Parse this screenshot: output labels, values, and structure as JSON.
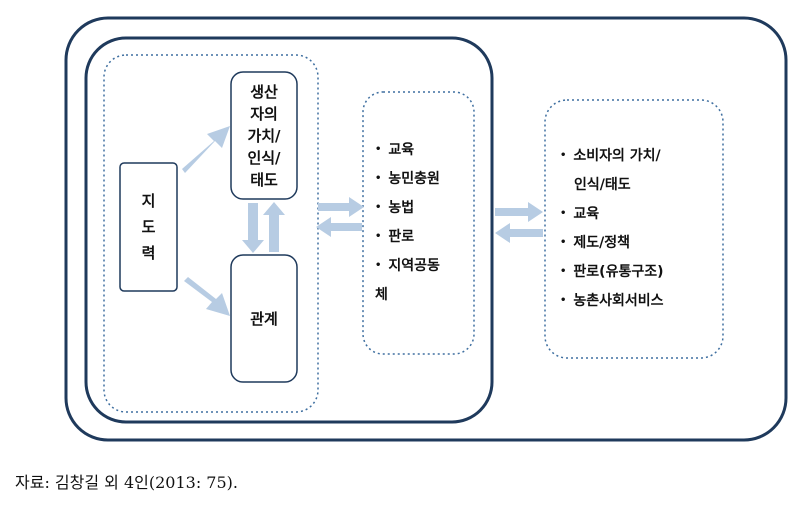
{
  "leader_box": {
    "lines": [
      "지",
      "도",
      "력"
    ]
  },
  "producer_box": {
    "lines": [
      "생산",
      "자의",
      "가치/",
      "인식/",
      "태도"
    ]
  },
  "relation_box": {
    "label": "관계"
  },
  "middle_list": {
    "items": [
      "교육",
      "농민충원",
      "농법",
      "판로",
      "지역공동"
    ],
    "continuation": "체"
  },
  "right_list": {
    "first_item": "소비자의 가치/",
    "first_item_cont": "인식/태도",
    "items": [
      "교육",
      "제도/정책",
      "판로(유통구조)",
      "농촌사회서비스"
    ]
  },
  "caption": "자료: 김창길 외 4인(2013: 75).",
  "colors": {
    "frame": "#1f3a5c",
    "dotted": "#3f6fa0",
    "arrow": "#b7cce3",
    "box_border": "#1f3a5c"
  }
}
